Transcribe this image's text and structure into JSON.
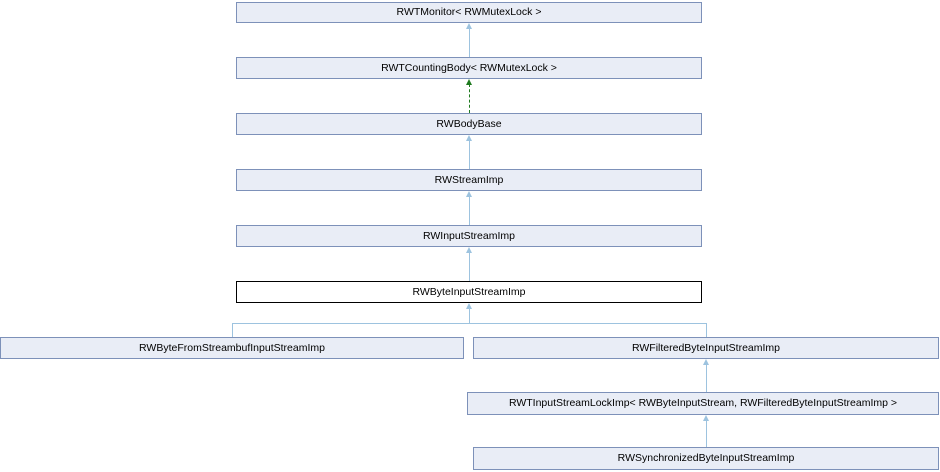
{
  "diagram": {
    "type": "class-inheritance-graph",
    "background": "#ffffff",
    "colors": {
      "node_fill": "#e9edf6",
      "node_border": "#7d91b9",
      "current_node_fill": "#ffffff",
      "current_node_border": "#000000",
      "edge_solid": "#9dc3df",
      "edge_dashed": "#1f7a1f",
      "text": "#000000"
    },
    "nodes": [
      {
        "label": "RWTMonitor< RWMutexLock >",
        "current": false
      },
      {
        "label": "RWTCountingBody< RWMutexLock >",
        "current": false
      },
      {
        "label": "RWBodyBase",
        "current": false
      },
      {
        "label": "RWStreamImp",
        "current": false
      },
      {
        "label": "RWInputStreamImp",
        "current": false
      },
      {
        "label": "RWByteInputStreamImp",
        "current": true
      },
      {
        "label": "RWByteFromStreambufInputStreamImp",
        "current": false
      },
      {
        "label": "RWFilteredByteInputStreamImp",
        "current": false
      },
      {
        "label": "RWTInputStreamLockImp< RWByteInputStream, RWFilteredByteInputStreamImp >",
        "current": false
      },
      {
        "label": "RWSynchronizedByteInputStreamImp",
        "current": false
      }
    ],
    "edges": [
      {
        "from": "RWTCountingBody< RWMutexLock >",
        "to": "RWTMonitor< RWMutexLock >",
        "style": "solid"
      },
      {
        "from": "RWBodyBase",
        "to": "RWTCountingBody< RWMutexLock >",
        "style": "dashed"
      },
      {
        "from": "RWStreamImp",
        "to": "RWBodyBase",
        "style": "solid"
      },
      {
        "from": "RWInputStreamImp",
        "to": "RWStreamImp",
        "style": "solid"
      },
      {
        "from": "RWByteInputStreamImp",
        "to": "RWInputStreamImp",
        "style": "solid"
      },
      {
        "from": "RWByteFromStreambufInputStreamImp",
        "to": "RWByteInputStreamImp",
        "style": "solid"
      },
      {
        "from": "RWFilteredByteInputStreamImp",
        "to": "RWByteInputStreamImp",
        "style": "solid"
      },
      {
        "from": "RWTInputStreamLockImp< RWByteInputStream, RWFilteredByteInputStreamImp >",
        "to": "RWFilteredByteInputStreamImp",
        "style": "solid"
      },
      {
        "from": "RWSynchronizedByteInputStreamImp",
        "to": "RWTInputStreamLockImp< RWByteInputStream, RWFilteredByteInputStreamImp >",
        "style": "solid"
      }
    ]
  }
}
